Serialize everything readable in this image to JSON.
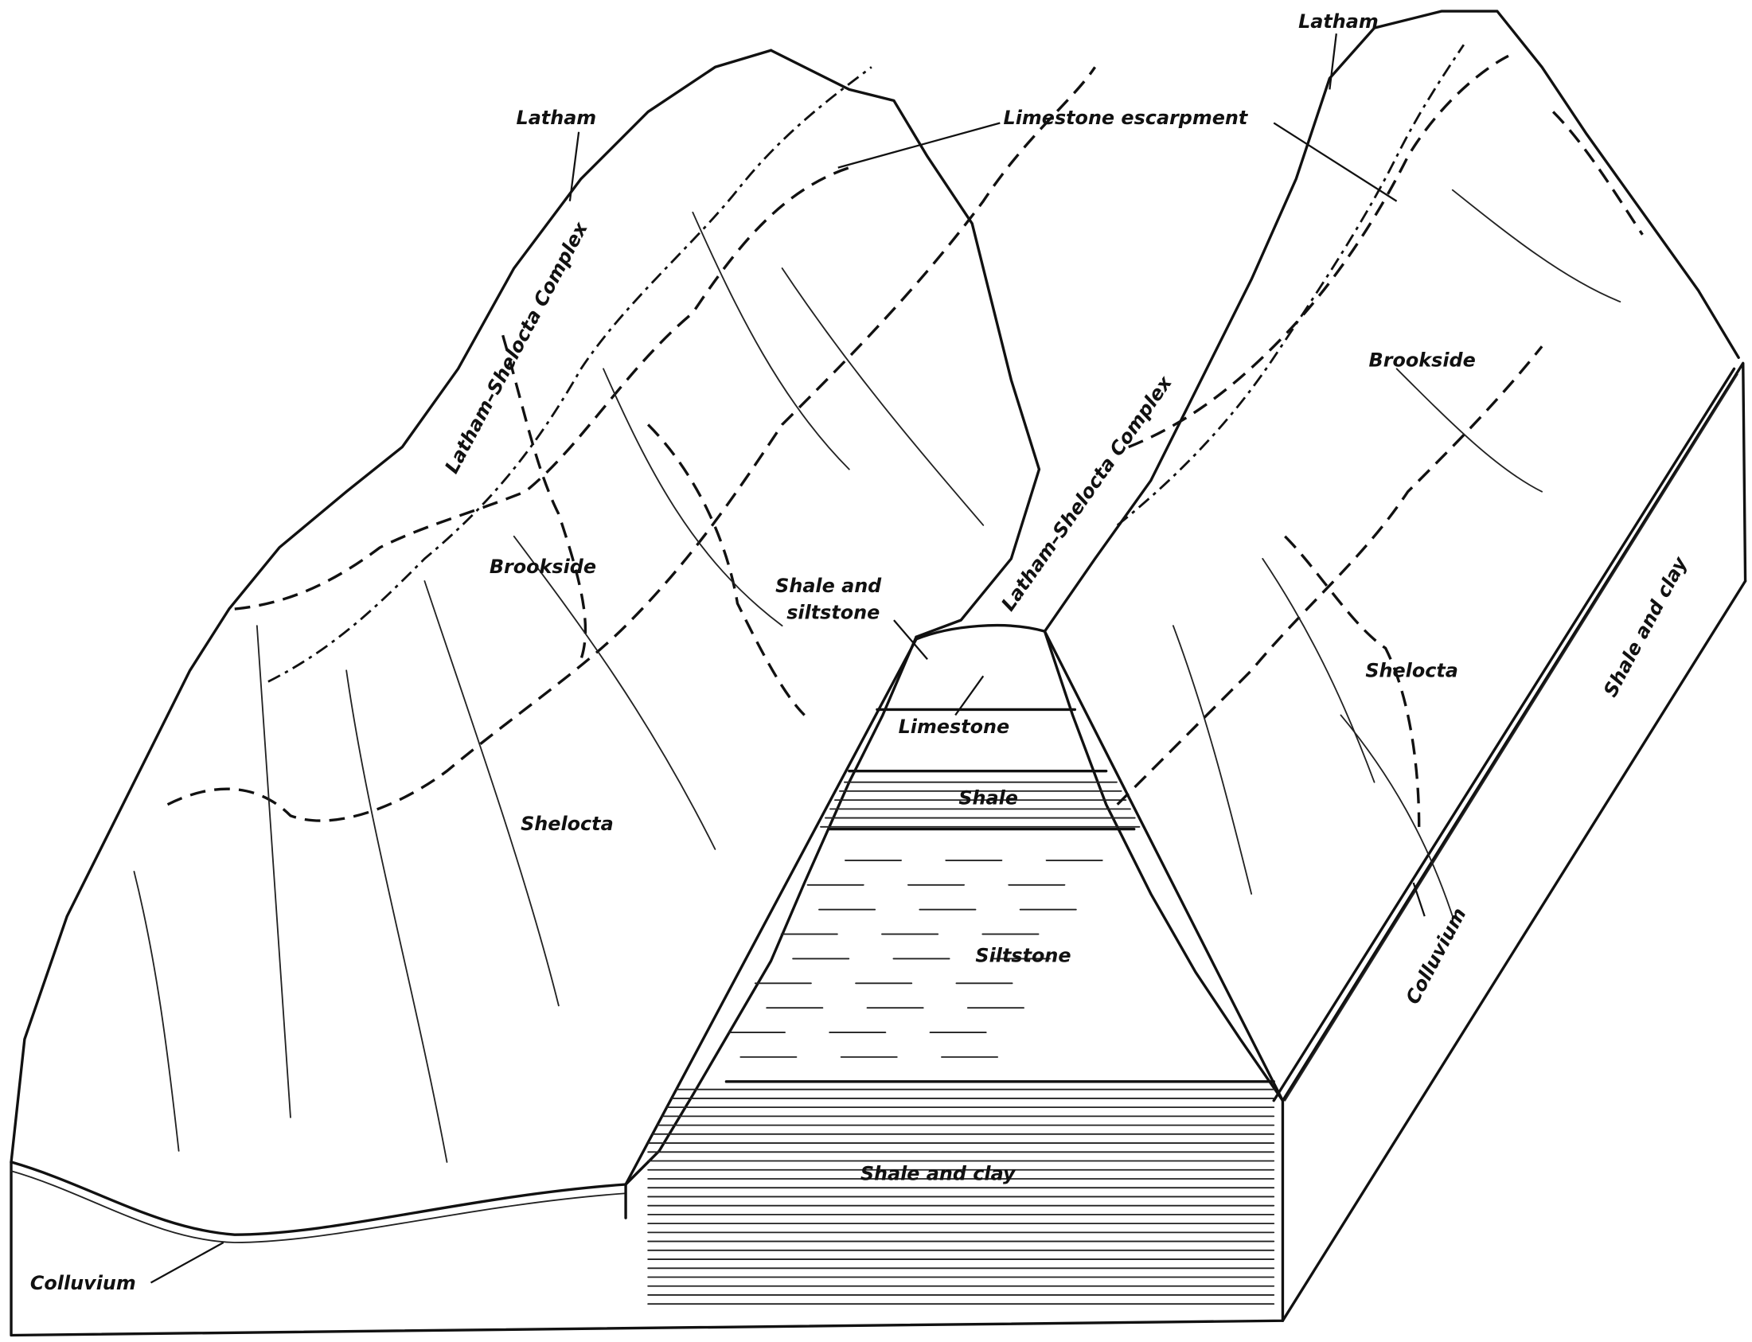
{
  "labels": {
    "latham_left": "Latham",
    "latham_right": "Latham",
    "limestone_escarpment": "Limestone escarpment",
    "complex_left": "Latham–Shelocta Complex",
    "complex_right": "Latham–Shelocta Complex",
    "brookside_right": "Brookside",
    "brookside_left": "Brookside",
    "shale_siltstone_1": "Shale and",
    "shale_siltstone_2": "siltstone",
    "limestone": "Limestone",
    "shale": "Shale",
    "siltstone": "Siltstone",
    "shale_clay_front": "Shale and clay",
    "shale_clay_side": "Shale and clay",
    "shelocta_right": "Shelocta",
    "shelocta_left": "Shelocta",
    "colluvium_right": "Colluvium",
    "colluvium_left": "Colluvium"
  }
}
